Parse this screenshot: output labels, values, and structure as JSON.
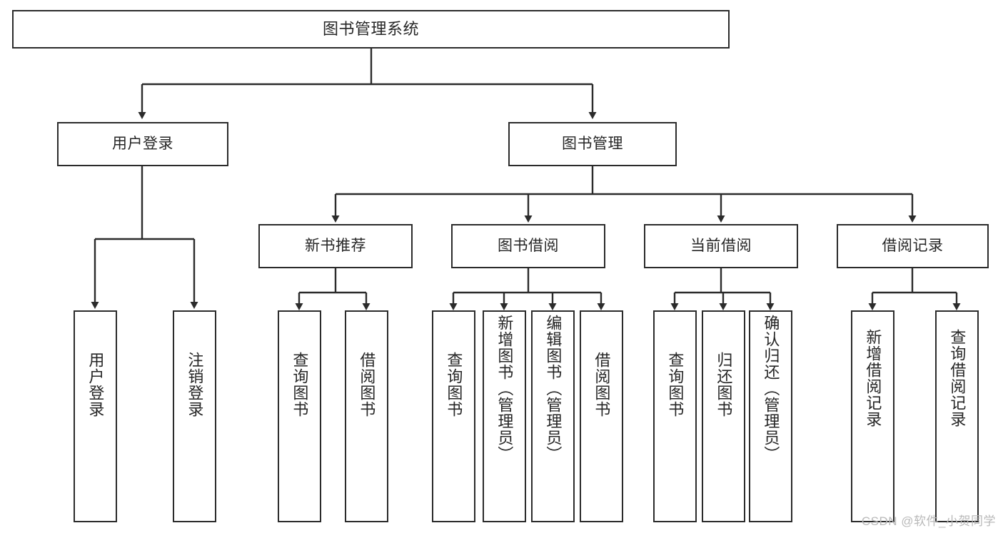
{
  "diagram": {
    "title": "图书管理系统",
    "type": "tree",
    "root": {
      "id": "root",
      "label": "图书管理系统"
    },
    "level2": [
      {
        "id": "user-login",
        "label": "用户登录"
      },
      {
        "id": "book-manage",
        "label": "图书管理"
      }
    ],
    "level3": [
      {
        "id": "new-book-rec",
        "label": "新书推荐"
      },
      {
        "id": "book-borrow",
        "label": "图书借阅"
      },
      {
        "id": "current-borrow",
        "label": "当前借阅"
      },
      {
        "id": "borrow-record",
        "label": "借阅记录"
      }
    ],
    "leaves": {
      "user_login": [
        {
          "id": "leaf-user-login",
          "label": "用户登录"
        },
        {
          "id": "leaf-logout-login",
          "label": "注销登录"
        }
      ],
      "new_book_rec": [
        {
          "id": "leaf-query-book-1",
          "label": "查询图书"
        },
        {
          "id": "leaf-borrow-book-1",
          "label": "借阅图书"
        }
      ],
      "book_borrow": [
        {
          "id": "leaf-query-book-2",
          "label": "查询图书"
        },
        {
          "id": "leaf-add-book",
          "label": "新增图书（管理员）"
        },
        {
          "id": "leaf-edit-book",
          "label": "编辑图书（管理员）"
        },
        {
          "id": "leaf-borrow-book-2",
          "label": "借阅图书"
        }
      ],
      "current_borrow": [
        {
          "id": "leaf-query-book-3",
          "label": "查询图书"
        },
        {
          "id": "leaf-return-book",
          "label": "归还图书"
        },
        {
          "id": "leaf-confirm-return",
          "label": "确认归还（管理员）"
        }
      ],
      "borrow_record": [
        {
          "id": "leaf-add-record",
          "label": "新增借阅记录"
        },
        {
          "id": "leaf-query-record",
          "label": "查询借阅记录"
        }
      ]
    },
    "colors": {
      "stroke": "#2b2b2b",
      "background": "#ffffff",
      "text": "#262626",
      "watermark": "#b9b9b9"
    }
  },
  "watermark": {
    "text": "CSDN @软件_小贺同学"
  }
}
